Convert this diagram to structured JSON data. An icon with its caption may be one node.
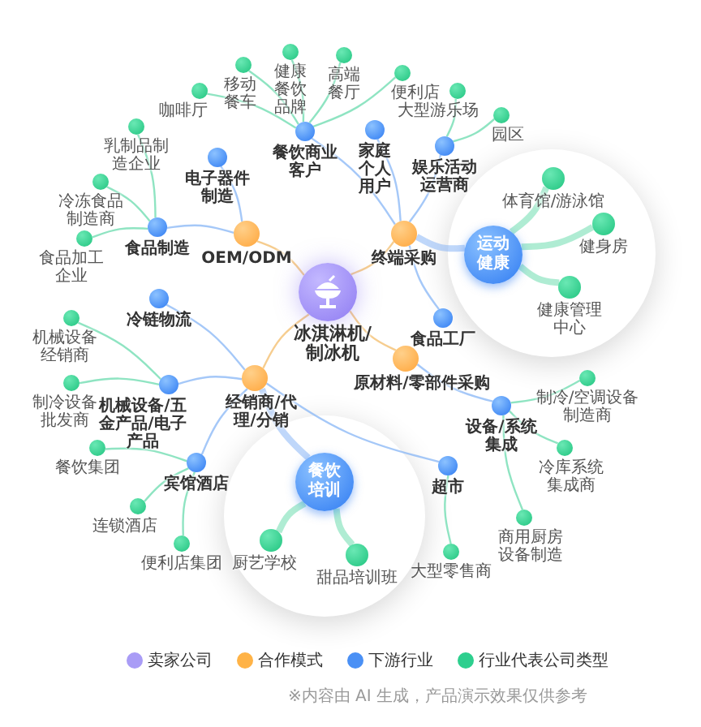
{
  "diagram": {
    "nodes": [
      {
        "text": [
          "冰淇淋机/制冰机"
        ]
      },
      {
        "text": [
          "OEM/ODM"
        ]
      },
      {
        "text": [
          "终端采购"
        ]
      },
      {
        "text": [
          "原材料/零部件采购"
        ]
      },
      {
        "text": [
          "经销商/代理/分销"
        ]
      },
      {
        "text": [
          "餐饮商业客户"
        ]
      },
      {
        "text": [
          "咖啡厅"
        ]
      },
      {
        "text": [
          "移动餐车"
        ]
      },
      {
        "text": [
          "健康餐饮品牌"
        ]
      },
      {
        "text": [
          "高端餐厅"
        ]
      },
      {
        "text": [
          "便利店"
        ]
      },
      {
        "text": [
          "家庭个人用户"
        ]
      },
      {
        "text": [
          "娱乐活动运营商"
        ]
      },
      {
        "text": [
          "大型游乐场"
        ]
      },
      {
        "text": [
          "园区"
        ]
      },
      {
        "text": [
          "电子器件制造"
        ]
      },
      {
        "text": [
          "食品制造"
        ]
      },
      {
        "text": [
          "乳制品制造企业"
        ]
      },
      {
        "text": [
          "冷冻食品制造商"
        ]
      },
      {
        "text": [
          "食品加工企业"
        ]
      },
      {
        "text": [],
        "shape": "circle"
      },
      {
        "text": [
          "运动健康"
        ],
        "in": 20
      },
      {
        "text": [
          "体育馆/游泳馆"
        ],
        "in": 20
      },
      {
        "text": [
          "健身房"
        ],
        "in": 20
      },
      {
        "text": [
          "健康管理中心"
        ],
        "in": 20
      },
      {
        "text": [
          "食品工厂"
        ]
      },
      {
        "text": [
          "冷链物流"
        ]
      },
      {
        "text": [
          "机械设备/五金产品/电子产品"
        ]
      },
      {
        "text": [
          "机械设备经销商"
        ]
      },
      {
        "text": [
          "制冷设备批发商"
        ]
      },
      {
        "text": [
          "宾馆酒店"
        ]
      },
      {
        "text": [
          "餐饮集团"
        ]
      },
      {
        "text": [
          "连锁酒店"
        ]
      },
      {
        "text": [
          "便利店集团"
        ]
      },
      {
        "text": [],
        "shape": "circle"
      },
      {
        "text": [
          "餐饮培训"
        ],
        "in": 34
      },
      {
        "text": [
          "厨艺学校"
        ],
        "in": 34
      },
      {
        "text": [
          "甜品培训班"
        ],
        "in": 34
      },
      {
        "text": [
          "设备/系统集成"
        ]
      },
      {
        "text": [
          "制冷/空调设备制造商"
        ]
      },
      {
        "text": [
          "冷库系统集成商"
        ]
      },
      {
        "text": [
          "商用厨房设备制造"
        ]
      },
      {
        "text": [
          "超市"
        ]
      },
      {
        "text": [
          "大型零售商"
        ]
      }
    ],
    "edges": [
      {
        "from": 0,
        "to": 1,
        "arrow": "none",
        "color": "#f2b860"
      },
      {
        "from": 0,
        "to": 2,
        "arrow": "none",
        "color": "#f2b860"
      },
      {
        "from": 0,
        "to": 3,
        "arrow": "none",
        "color": "#f2b860"
      },
      {
        "from": 0,
        "to": 4,
        "arrow": "none",
        "color": "#f2b860"
      },
      {
        "from": 1,
        "to": 15,
        "arrow": "none",
        "color": "#7fb0f5"
      },
      {
        "from": 1,
        "to": 16,
        "arrow": "none",
        "color": "#7fb0f5"
      },
      {
        "from": 16,
        "to": 17,
        "arrow": "none",
        "color": "#5fd9a8"
      },
      {
        "from": 16,
        "to": 18,
        "arrow": "none",
        "color": "#5fd9a8"
      },
      {
        "from": 16,
        "to": 19,
        "arrow": "none",
        "color": "#5fd9a8"
      },
      {
        "from": 2,
        "to": 5,
        "arrow": "none",
        "color": "#7fb0f5"
      },
      {
        "from": 5,
        "to": 6,
        "arrow": "none",
        "color": "#5fd9a8"
      },
      {
        "from": 5,
        "to": 7,
        "arrow": "none",
        "color": "#5fd9a8"
      },
      {
        "from": 5,
        "to": 8,
        "arrow": "none",
        "color": "#5fd9a8"
      },
      {
        "from": 5,
        "to": 9,
        "arrow": "none",
        "color": "#5fd9a8"
      },
      {
        "from": 5,
        "to": 10,
        "arrow": "none",
        "color": "#5fd9a8"
      },
      {
        "from": 2,
        "to": 11,
        "arrow": "none",
        "color": "#7fb0f5"
      },
      {
        "from": 2,
        "to": 12,
        "arrow": "none",
        "color": "#7fb0f5"
      },
      {
        "from": 12,
        "to": 13,
        "arrow": "none",
        "color": "#5fd9a8"
      },
      {
        "from": 12,
        "to": 14,
        "arrow": "none",
        "color": "#5fd9a8"
      },
      {
        "from": 2,
        "to": 21,
        "arrow": "none",
        "style": "thick",
        "color": "#7fb0f5"
      },
      {
        "from": 21,
        "to": 22,
        "arrow": "none",
        "style": "thick",
        "color": "#5fd9a8"
      },
      {
        "from": 21,
        "to": 23,
        "arrow": "none",
        "style": "thick",
        "color": "#5fd9a8"
      },
      {
        "from": 21,
        "to": 24,
        "arrow": "none",
        "style": "thick",
        "color": "#5fd9a8"
      },
      {
        "from": 2,
        "to": 25,
        "arrow": "none",
        "color": "#7fb0f5"
      },
      {
        "from": 3,
        "to": 38,
        "arrow": "none",
        "color": "#7fb0f5"
      },
      {
        "from": 38,
        "to": 39,
        "arrow": "none",
        "color": "#5fd9a8"
      },
      {
        "from": 38,
        "to": 40,
        "arrow": "none",
        "color": "#5fd9a8"
      },
      {
        "from": 38,
        "to": 41,
        "arrow": "none",
        "color": "#5fd9a8"
      },
      {
        "from": 4,
        "to": 26,
        "arrow": "none",
        "color": "#7fb0f5"
      },
      {
        "from": 4,
        "to": 27,
        "arrow": "none",
        "color": "#7fb0f5"
      },
      {
        "from": 27,
        "to": 28,
        "arrow": "none",
        "color": "#5fd9a8"
      },
      {
        "from": 27,
        "to": 29,
        "arrow": "none",
        "color": "#5fd9a8"
      },
      {
        "from": 4,
        "to": 30,
        "arrow": "none",
        "color": "#7fb0f5"
      },
      {
        "from": 30,
        "to": 31,
        "arrow": "none",
        "color": "#5fd9a8"
      },
      {
        "from": 30,
        "to": 32,
        "arrow": "none",
        "color": "#5fd9a8"
      },
      {
        "from": 30,
        "to": 33,
        "arrow": "none",
        "color": "#5fd9a8"
      },
      {
        "from": 4,
        "to": 35,
        "arrow": "none",
        "style": "thick",
        "color": "#7fb0f5"
      },
      {
        "from": 35,
        "to": 36,
        "arrow": "none",
        "style": "thick",
        "color": "#5fd9a8"
      },
      {
        "from": 35,
        "to": 37,
        "arrow": "none",
        "style": "thick",
        "color": "#5fd9a8"
      },
      {
        "from": 4,
        "to": 42,
        "arrow": "none",
        "color": "#7fb0f5"
      },
      {
        "from": 42,
        "to": 43,
        "arrow": "none",
        "color": "#5fd9a8"
      }
    ],
    "labels": [
      "※内容由 AI 生成，产品演示效果仅供参考"
    ],
    "legend": [
      {
        "text": "卖家公司",
        "color": "#a99cf6"
      },
      {
        "text": "合作模式",
        "color": "#ffb347"
      },
      {
        "text": "下游行业",
        "color": "#4a90f5"
      },
      {
        "text": "行业代表公司类型",
        "color": "#2dcf8e"
      }
    ]
  }
}
